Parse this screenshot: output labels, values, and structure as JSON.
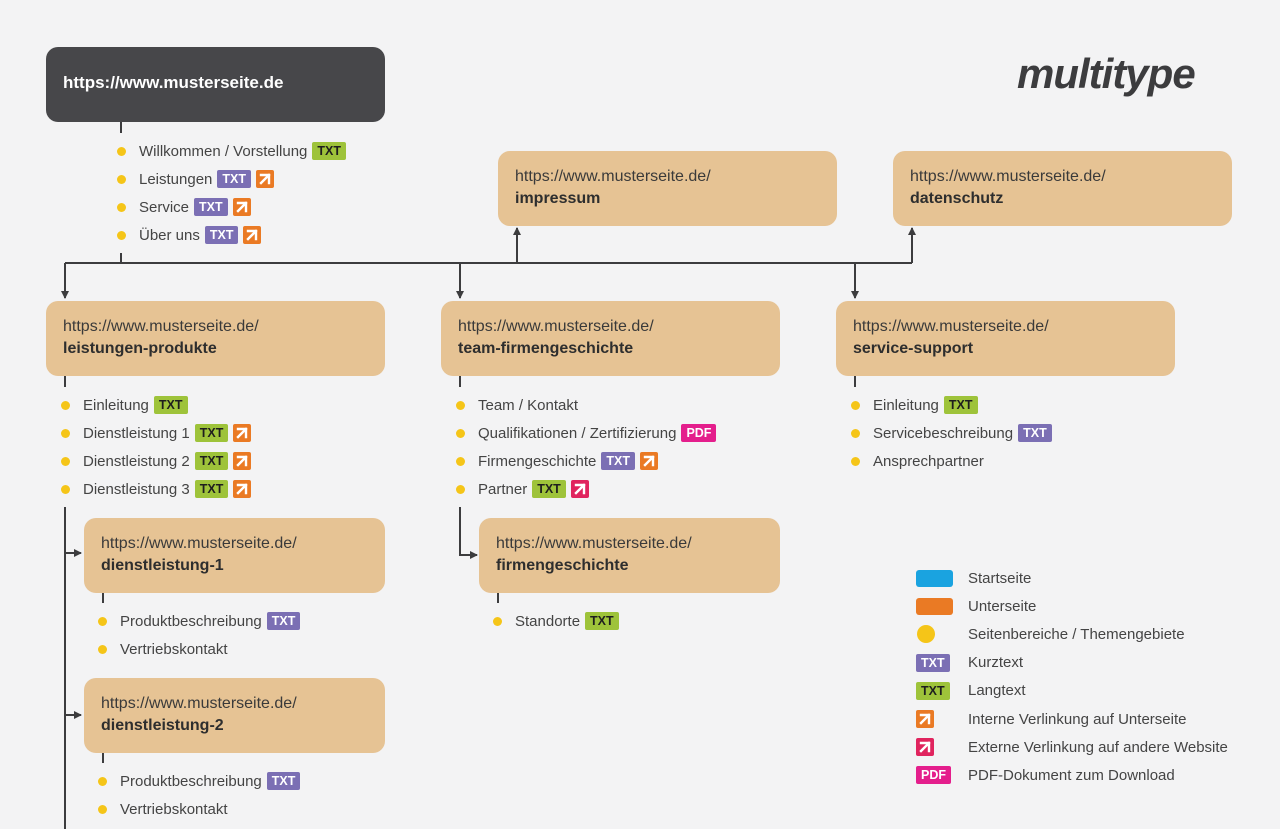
{
  "logo": "multitype",
  "start": {
    "url": "https://www.musterseite.de"
  },
  "start_items": [
    {
      "label": "Willkommen / Vorstellung",
      "badges": [
        "txt-long"
      ]
    },
    {
      "label": "Leistungen",
      "badges": [
        "txt-short",
        "int-link"
      ]
    },
    {
      "label": "Service",
      "badges": [
        "txt-short",
        "int-link"
      ]
    },
    {
      "label": "Über uns",
      "badges": [
        "txt-short",
        "int-link"
      ]
    }
  ],
  "pages": {
    "impressum": {
      "url": "https://www.musterseite.de/",
      "slug": "impressum"
    },
    "datenschutz": {
      "url": "https://www.musterseite.de/",
      "slug": "datenschutz"
    },
    "leistungen": {
      "url": "https://www.musterseite.de/",
      "slug": "leistungen-produkte"
    },
    "team": {
      "url": "https://www.musterseite.de/",
      "slug": "team-firmengeschichte"
    },
    "service": {
      "url": "https://www.musterseite.de/",
      "slug": "service-support"
    },
    "dl1": {
      "url": "https://www.musterseite.de/",
      "slug": "dienstleistung-1"
    },
    "firmengeschichte": {
      "url": "https://www.musterseite.de/",
      "slug": "firmengeschichte"
    },
    "dl2": {
      "url": "https://www.musterseite.de/",
      "slug": "dienstleistung-2"
    }
  },
  "leistungen_items": [
    {
      "label": "Einleitung",
      "badges": [
        "txt-long"
      ]
    },
    {
      "label": "Dienstleistung 1",
      "badges": [
        "txt-long",
        "int-link"
      ]
    },
    {
      "label": "Dienstleistung 2",
      "badges": [
        "txt-long",
        "int-link"
      ]
    },
    {
      "label": "Dienstleistung 3",
      "badges": [
        "txt-long",
        "int-link"
      ]
    }
  ],
  "team_items": [
    {
      "label": "Team / Kontakt",
      "badges": []
    },
    {
      "label": "Qualifikationen / Zertifizierung",
      "badges": [
        "pdf"
      ]
    },
    {
      "label": "Firmengeschichte",
      "badges": [
        "txt-short",
        "int-link"
      ]
    },
    {
      "label": "Partner",
      "badges": [
        "txt-long",
        "ext-link"
      ]
    }
  ],
  "service_items": [
    {
      "label": "Einleitung",
      "badges": [
        "txt-long"
      ]
    },
    {
      "label": "Servicebeschreibung",
      "badges": [
        "txt-short"
      ]
    },
    {
      "label": "Ansprechpartner",
      "badges": []
    }
  ],
  "dl1_items": [
    {
      "label": "Produktbeschreibung",
      "badges": [
        "txt-short"
      ]
    },
    {
      "label": "Vertriebskontakt",
      "badges": []
    }
  ],
  "firmengeschichte_items": [
    {
      "label": "Standorte",
      "badges": [
        "txt-long"
      ]
    }
  ],
  "dl2_items": [
    {
      "label": "Produktbeschreibung",
      "badges": [
        "txt-short"
      ]
    },
    {
      "label": "Vertriebskontakt",
      "badges": []
    }
  ],
  "badge_text": {
    "txt": "TXT",
    "pdf": "PDF"
  },
  "legend": [
    {
      "symbol": "swatch-blue",
      "label": "Startseite"
    },
    {
      "symbol": "swatch-orange",
      "label": "Unterseite"
    },
    {
      "symbol": "dot-yellow",
      "label": "Seitenbereiche / Themengebiete"
    },
    {
      "symbol": "txt-short",
      "label": "Kurztext"
    },
    {
      "symbol": "txt-long",
      "label": "Langtext"
    },
    {
      "symbol": "int-link",
      "label": "Interne Verlinkung auf Unterseite"
    },
    {
      "symbol": "ext-link",
      "label": "Externe Verlinkung auf andere Website"
    },
    {
      "symbol": "pdf",
      "label": "PDF-Dokument zum Download"
    }
  ],
  "colors": {
    "start_box": "#47474a",
    "sub_box": "#e6c394",
    "legend_blue": "#1aa3e0",
    "legend_orange": "#ea7a24",
    "dot": "#f5c518",
    "txt_short": "#7b6fb4",
    "txt_long": "#9ec33a",
    "int_link": "#ea7a24",
    "ext_link": "#e0245e",
    "pdf": "#e41e8c",
    "line": "#3c3c3e"
  }
}
